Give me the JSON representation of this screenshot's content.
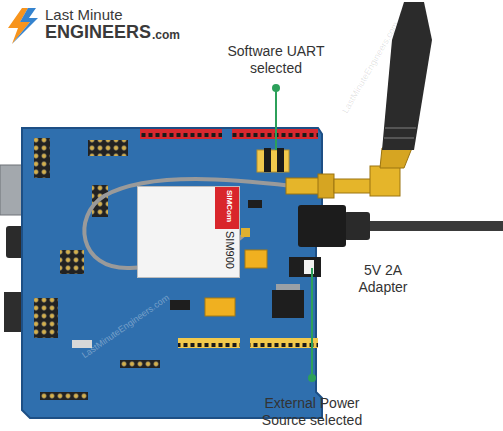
{
  "diagram": {
    "nodes": [
      {
        "text": [
          "SIMCom",
          "SIM900"
        ]
      }
    ],
    "labels": [
      "Last Minute",
      "ENGINEERS",
      ".com",
      "Software UART selected",
      "5V 2A Adapter",
      "External Power Source selected",
      "LastMinuteEngineers.com",
      "LastMinuteEngineers.com"
    ]
  }
}
